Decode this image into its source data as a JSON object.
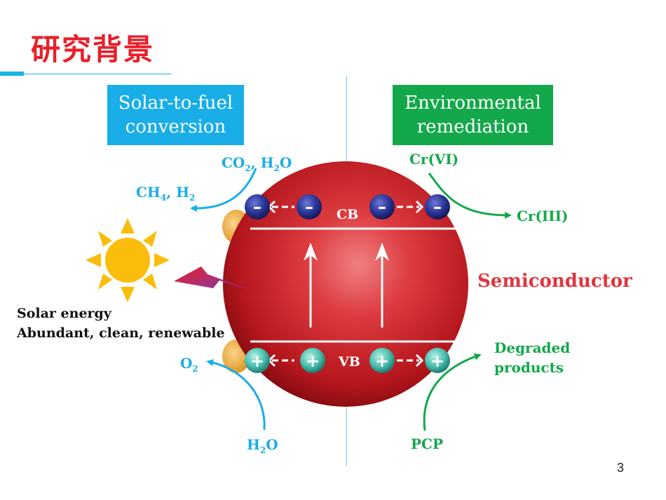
{
  "header": {
    "title": "研究背景"
  },
  "panels": {
    "left_title_line1": "Solar-to-fuel",
    "left_title_line2": "conversion",
    "right_title_line1": "Environmental",
    "right_title_line2": "remediation"
  },
  "left_reactions": {
    "co2_h2o": [
      "CO",
      "2",
      ", H",
      "2",
      "O"
    ],
    "ch4_h2": [
      "CH",
      "4",
      ", H",
      "2"
    ],
    "o2": [
      "O",
      "2"
    ],
    "h2o": [
      "H",
      "2",
      "O"
    ]
  },
  "right_reactions": {
    "cr6": "Cr(VI)",
    "cr3": "Cr(III)",
    "degraded_line1": "Degraded",
    "degraded_line2": "products",
    "pcp": "PCP"
  },
  "bands": {
    "cb": "CB",
    "vb": "VB"
  },
  "electron_sign": "–",
  "hole_sign": "+",
  "material_label": "Semiconductor",
  "sun": {
    "line1": "Solar energy",
    "line2": "Abundant, clean, renewable"
  },
  "footer": {
    "page_number": "3"
  },
  "colors": {
    "title_red": "#e8202a",
    "accent_blue": "#19aee8",
    "accent_green": "#13a84a",
    "sphere_red": "#d3252b",
    "sun_yellow": "#fbbd0b",
    "electron_blue": "#2a3597",
    "hole_teal": "#4bbfae"
  }
}
